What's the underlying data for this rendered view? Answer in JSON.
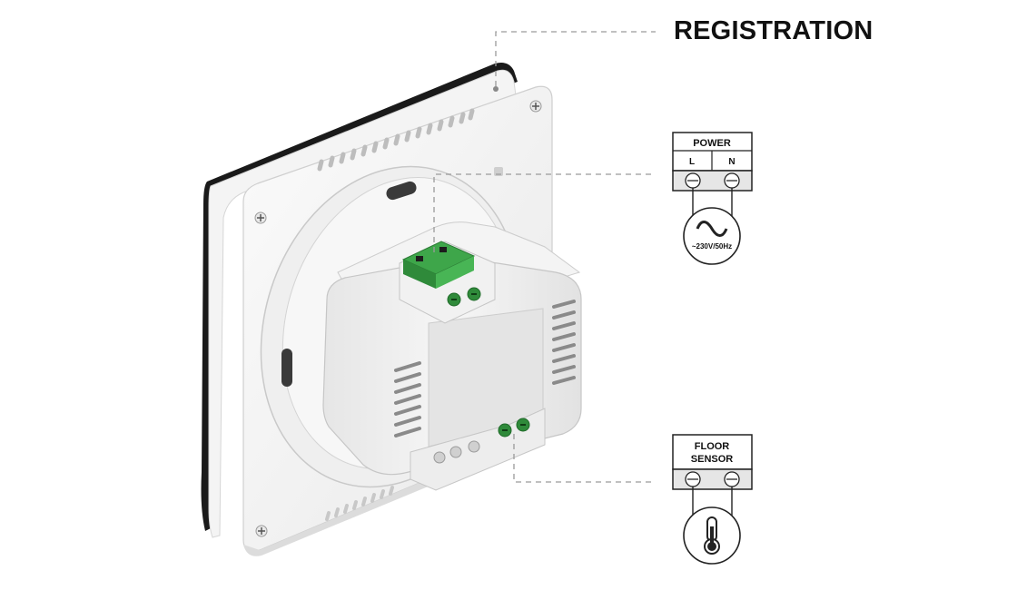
{
  "callouts": {
    "registration": "REGISTRATION",
    "power": {
      "title": "POWER",
      "terminals": [
        "L",
        "N"
      ],
      "source_label": "~230V/50Hz",
      "symbol": "ac-sine-symbol"
    },
    "floor_sensor": {
      "title_line1": "FLOOR",
      "title_line2": "SENSOR",
      "symbol": "thermometer-icon"
    }
  },
  "colors": {
    "device_body": "#f3f3f3",
    "device_edge": "#cfcfcf",
    "terminal_green": "#3ea64a",
    "frame_black": "#1a1a1a",
    "leader_line": "#9a9a9a"
  }
}
